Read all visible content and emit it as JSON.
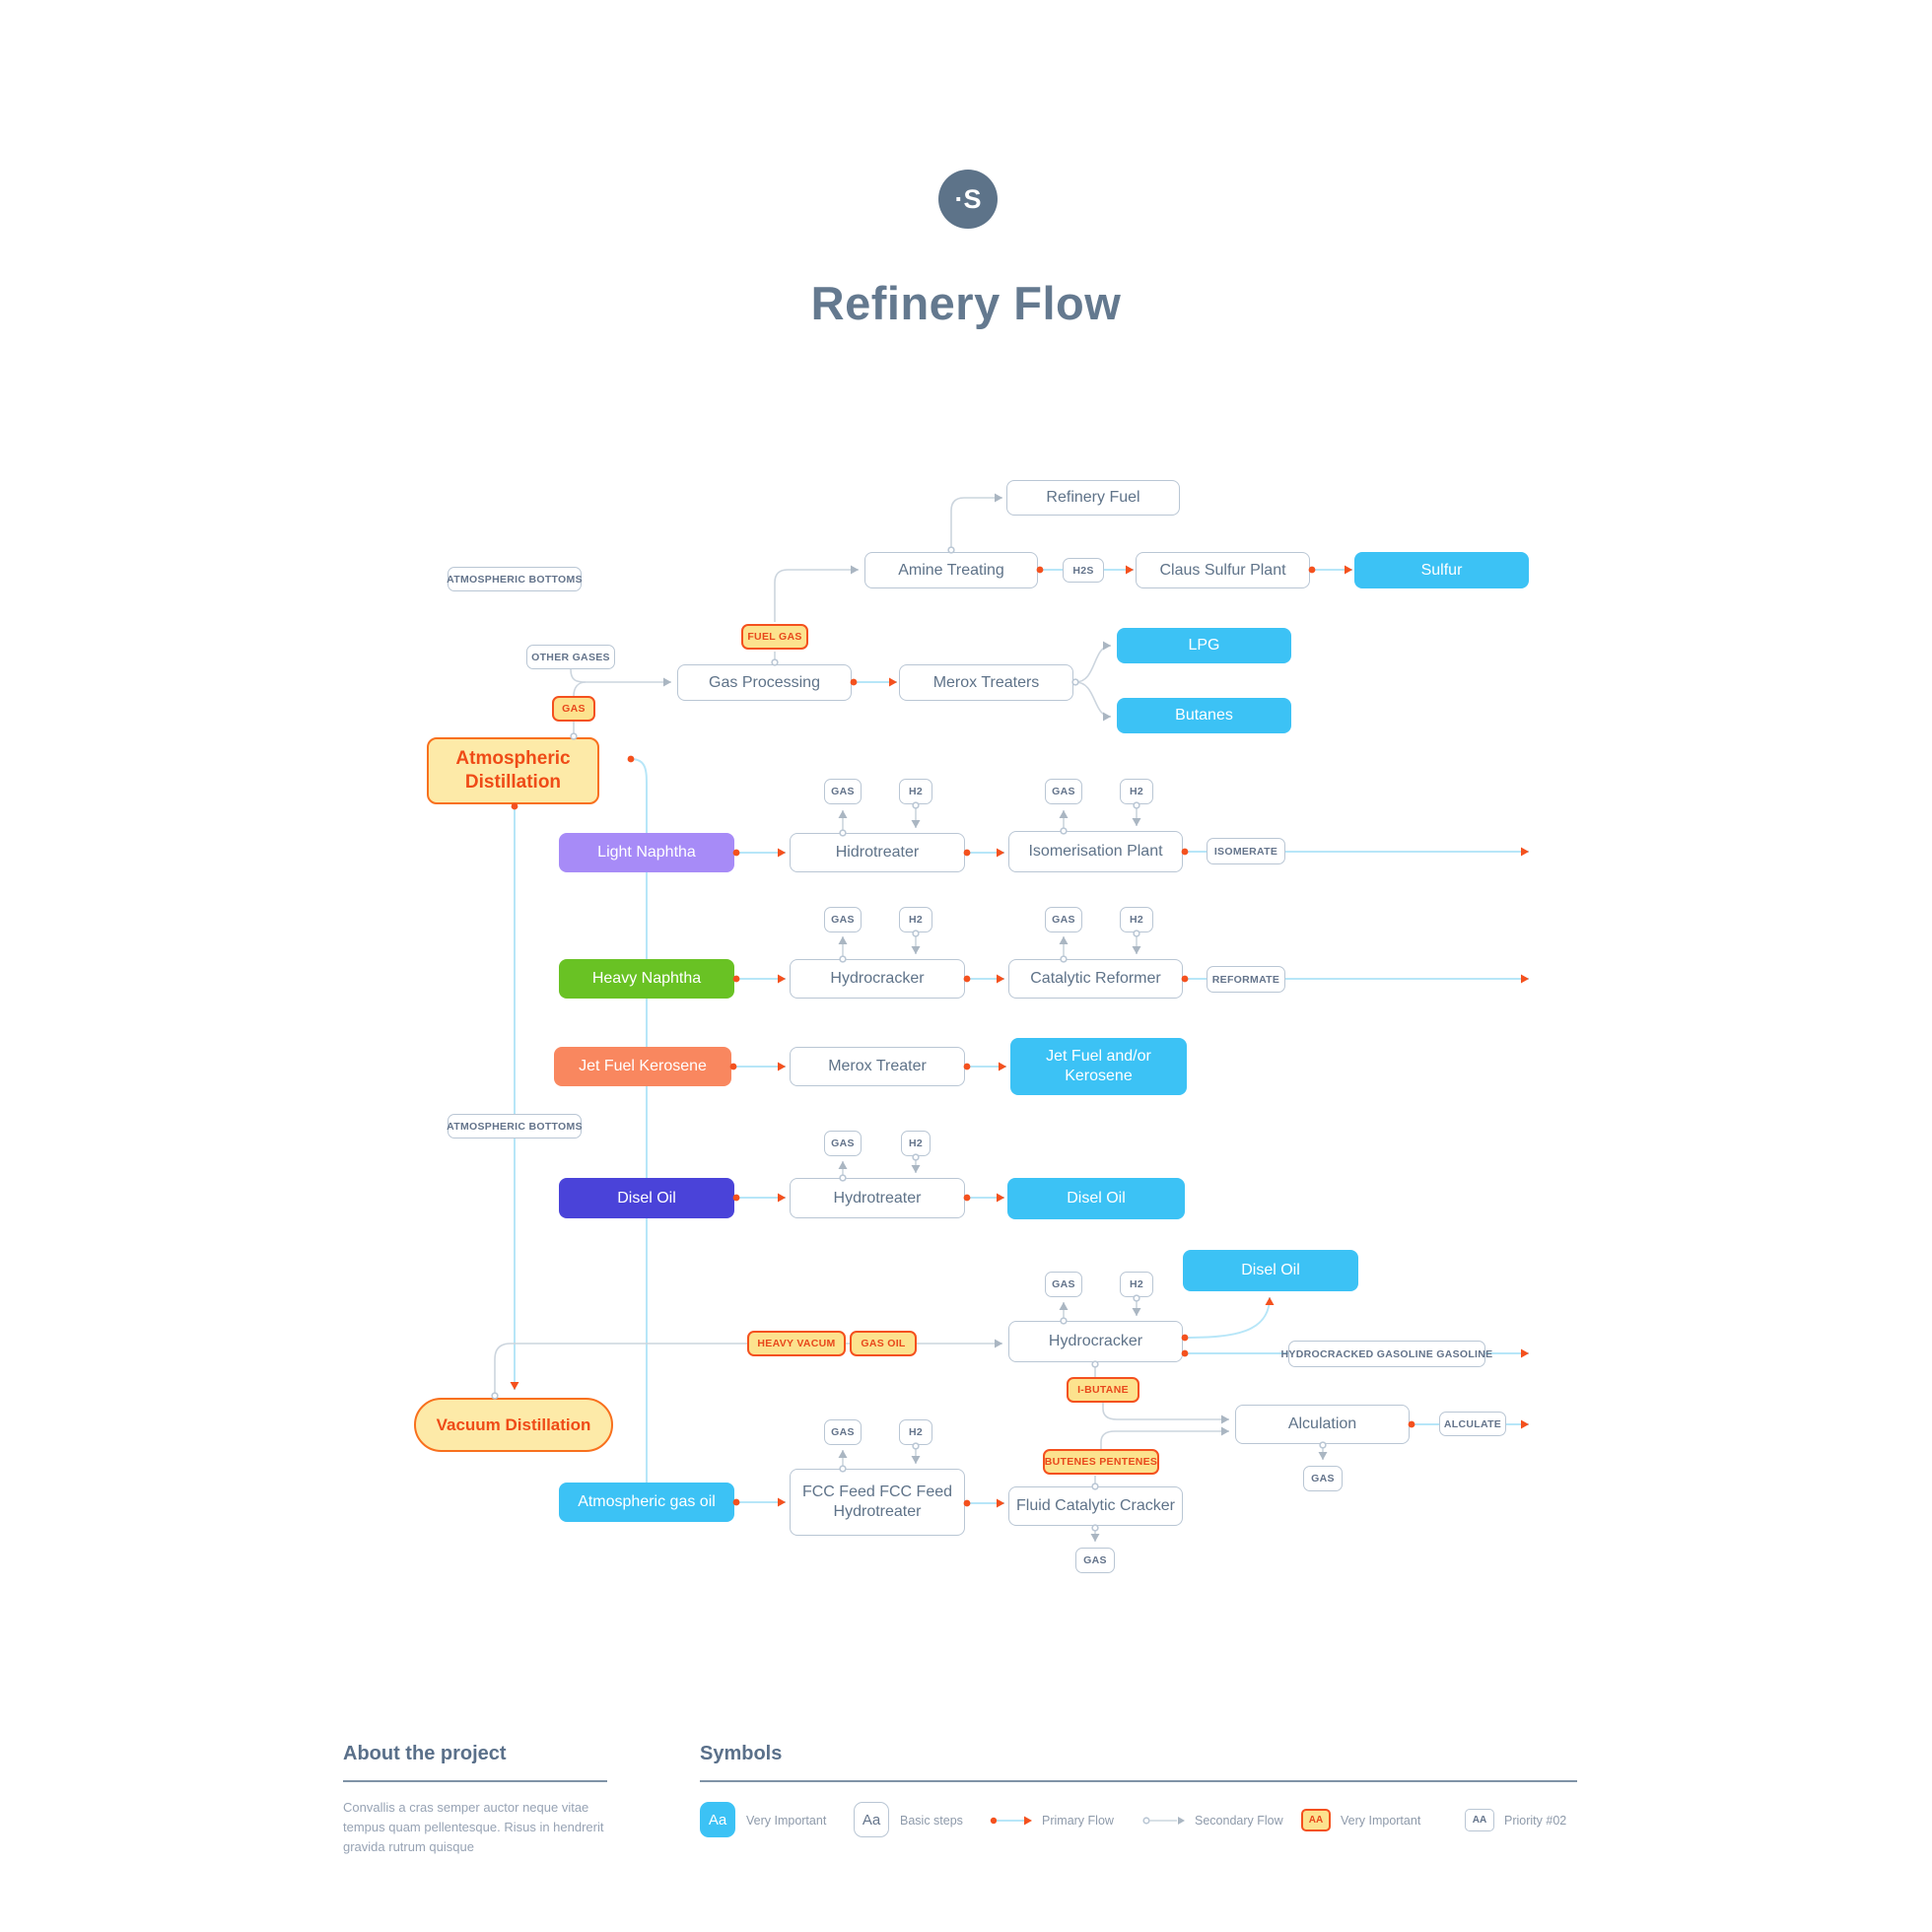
{
  "logo": {
    "glyph": "·S"
  },
  "title": "Refinery Flow",
  "colors": {
    "accent_blue": "#3cc2f5",
    "accent_orange": "#f4511e",
    "purple": "#a78bf7",
    "green": "#69c224",
    "salmon": "#f9875f",
    "indigo": "#4a43d9",
    "warn_yellow": "#fdeaa8",
    "slate_text": "#5f7389",
    "primary_line": "#b7e6f8",
    "secondary_line": "#ccd5de"
  },
  "nodes": {
    "refinery_fuel": "Refinery Fuel",
    "amine_treating": "Amine Treating",
    "claus_sulfur_plant": "Claus Sulfur Plant",
    "sulfur": "Sulfur",
    "gas_processing": "Gas Processing",
    "merox_treaters": "Merox Treaters",
    "lpg": "LPG",
    "butanes": "Butanes",
    "atmospheric_distillation": "Atmospheric\nDistillation",
    "light_naphtha": "Light Naphtha",
    "hidrotreater": "Hidrotreater",
    "isomerisation_plant": "Isomerisation Plant",
    "heavy_naphtha": "Heavy Naphtha",
    "hydrocracker_1": "Hydrocracker",
    "catalytic_reformer": "Catalytic Reformer",
    "jet_fuel_kerosene": "Jet Fuel Kerosene",
    "merox_treater": "Merox Treater",
    "jet_fuel_out": "Jet Fuel and/or\nKerosene",
    "disel_oil_feed": "Disel Oil",
    "hydrotreater_2": "Hydrotreater",
    "disel_oil_out": "Disel Oil",
    "disel_oil_float": "Disel Oil",
    "hydrocracker_2": "Hydrocracker",
    "vacuum_distillation": "Vacuum Distillation",
    "alculation": "Alculation",
    "fcc_feed_hydrotreater": "FCC Feed FCC Feed\nHydrotreater",
    "atmospheric_gas_oil": "Atmospheric gas oil",
    "fluid_catalytic_cracker": "Fluid Catalytic Cracker"
  },
  "tags": {
    "atmospheric_bottoms": "ATMOSPHERIC BOTTOMS",
    "other_gases": "OTHER GASES",
    "gas": "GAS",
    "h2": "H2",
    "h2s": "H2S",
    "fuel_gas": "FUEL GAS",
    "isomerate": "ISOMERATE",
    "reformate": "REFORMATE",
    "heavy_vacum": "HEAVY VACUM",
    "gas_oil": "GAS OIL",
    "hydrocracked": "HYDROCRACKED GASOLINE GASOLINE",
    "i_butane": "I-BUTANE",
    "butenes_pentenes": "BUTENES PENTENES",
    "alculate": "ALCULATE"
  },
  "about": {
    "heading": "About the project",
    "body": "Convallis a cras semper auctor neque vitae tempus quam pellentesque. Risus in hendrerit gravida rutrum quisque"
  },
  "symbols": {
    "heading": "Symbols",
    "items": [
      {
        "chip": "Aa",
        "label": "Very Important"
      },
      {
        "chip": "Aa",
        "label": "Basic steps"
      },
      {
        "chip": "",
        "label": "Primary Flow"
      },
      {
        "chip": "",
        "label": "Secondary Flow"
      },
      {
        "chip": "AA",
        "label": "Very Important"
      },
      {
        "chip": "AA",
        "label": "Priority #02"
      }
    ]
  }
}
